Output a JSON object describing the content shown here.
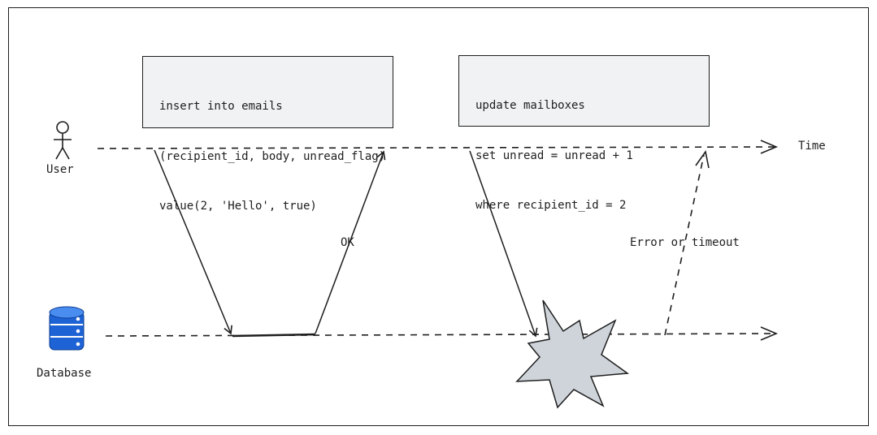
{
  "actors": {
    "user": {
      "label": "User",
      "icon": "stick-figure-icon"
    },
    "database": {
      "label": "Database",
      "icon": "database-icon",
      "color": "#1e63d6"
    }
  },
  "axis_label": "Time",
  "boxes": {
    "insert": {
      "lines": [
        "insert into emails",
        "(recipient_id, body, unread_flag)",
        "value(2, 'Hello', true)"
      ]
    },
    "update": {
      "lines": [
        "update mailboxes",
        "set unread = unread + 1",
        "where recipient_id = 2"
      ]
    }
  },
  "messages": {
    "ok": "OK",
    "error": "Error or timeout"
  },
  "colors": {
    "line": "#1e1e1e",
    "box_fill": "#f1f2f4",
    "crash_fill": "#ced4da"
  }
}
